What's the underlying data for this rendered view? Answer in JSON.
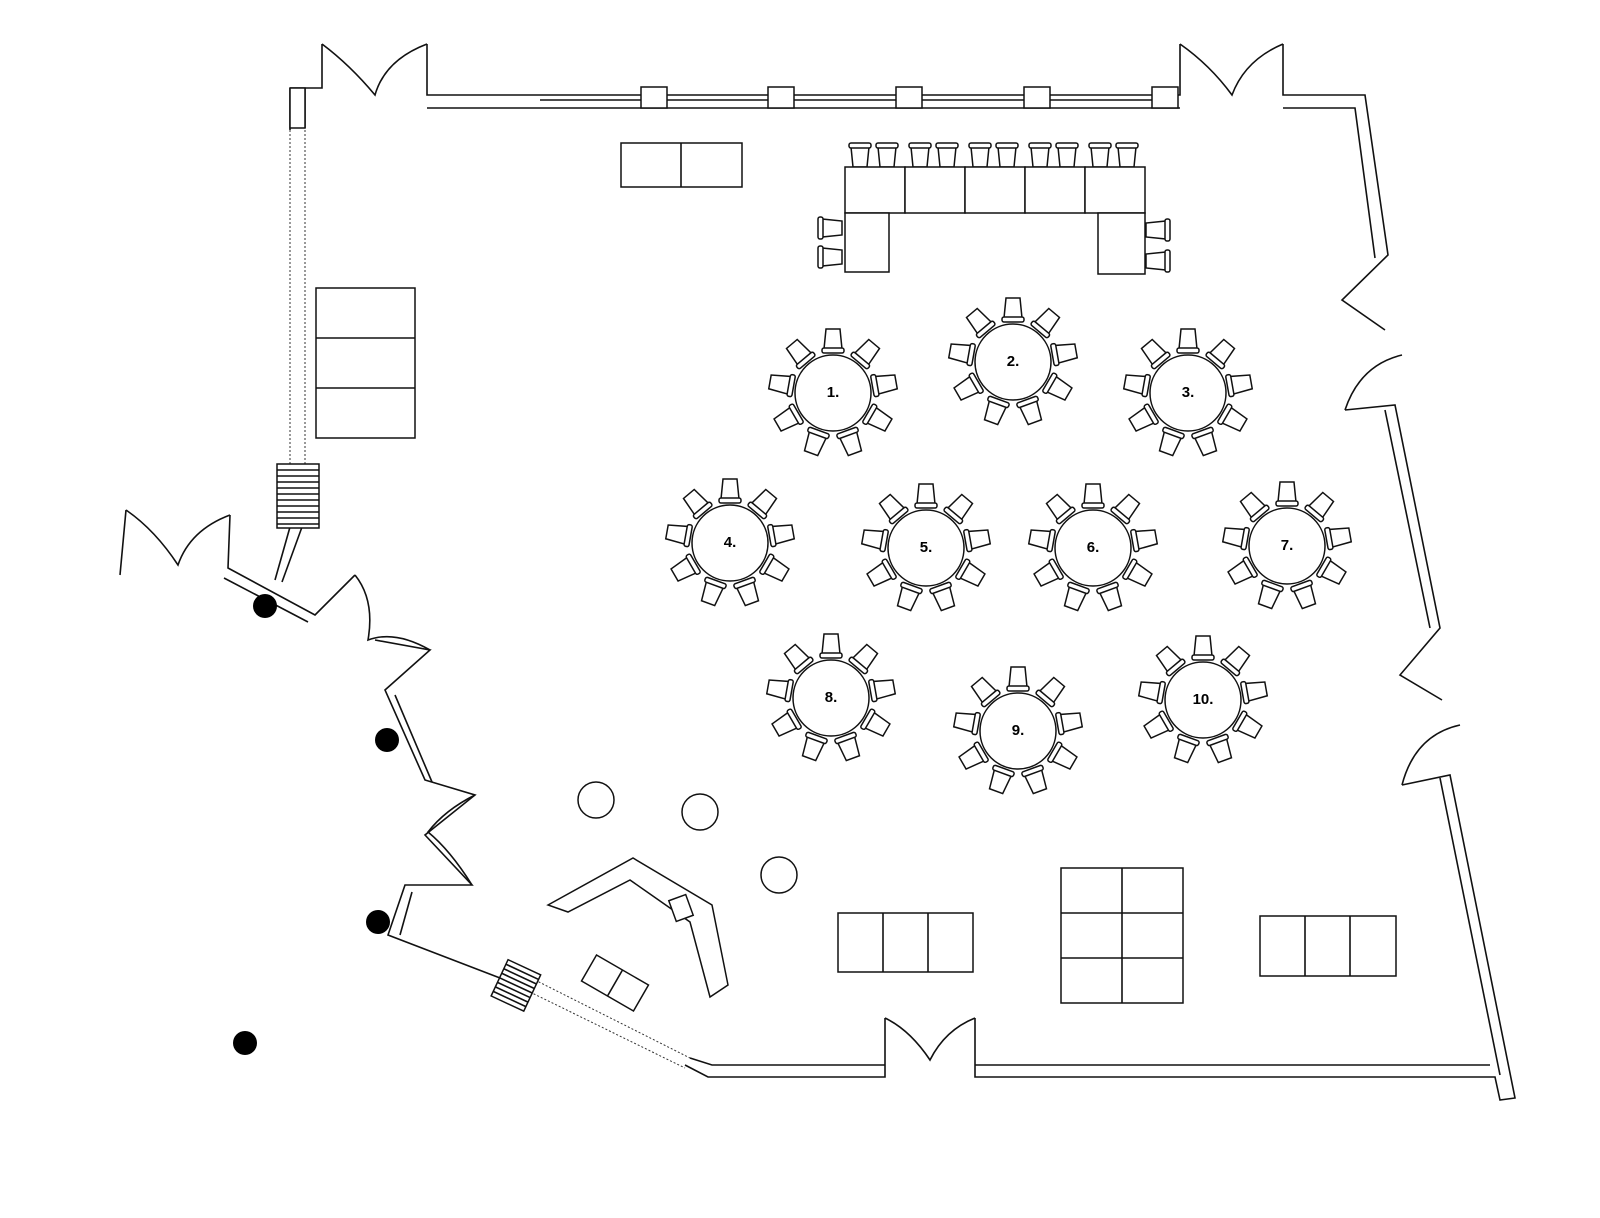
{
  "title": "Banquet floor plan",
  "round_tables": [
    {
      "label": "1.",
      "chairs": 9
    },
    {
      "label": "2.",
      "chairs": 9
    },
    {
      "label": "3.",
      "chairs": 9
    },
    {
      "label": "4.",
      "chairs": 9
    },
    {
      "label": "5.",
      "chairs": 9
    },
    {
      "label": "6.",
      "chairs": 9
    },
    {
      "label": "7.",
      "chairs": 9
    },
    {
      "label": "8.",
      "chairs": 9
    },
    {
      "label": "9.",
      "chairs": 9
    },
    {
      "label": "10.",
      "chairs": 9
    }
  ],
  "head_table": {
    "segments": 5,
    "front_chairs": 10,
    "side_chairs": 4
  },
  "colors": {
    "line": "#111111",
    "background": "#ffffff",
    "column": "#000000"
  }
}
